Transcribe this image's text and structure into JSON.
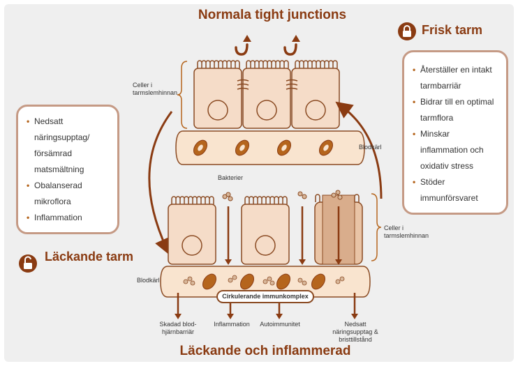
{
  "top_title": "Normala tight junctions",
  "bottom_title": "Läckande och inflammerad",
  "healthy": {
    "title": "Frisk tarm",
    "items": [
      "Återställer en intakt tarmbarriär",
      "Bidrar till en optimal tarmflora",
      "Minskar inflammation och oxidativ stress",
      "Stöder immunförsvaret"
    ]
  },
  "leaky": {
    "title": "Läckande tarm",
    "items": [
      "Nedsatt näringsupptag/ försämrad matsmältning",
      "Obalanserad mikroflora",
      "Inflammation"
    ]
  },
  "labels": {
    "cells_top": "Celler i tarmslemhinnan",
    "cells_bottom": "Celler i tarmslemhinnan",
    "vessel_top": "Blodkärl",
    "vessel_bottom": "Blodkärl",
    "bacteria": "Bakterier",
    "immune_complex": "Cirkulerande immunkomplex"
  },
  "outcomes": [
    "Skadad blod-hjärnbarriär",
    "Inflammation",
    "Autoimmunitet",
    "Nedsatt näringsupptag & bristtillstånd"
  ],
  "colors": {
    "background": "#efefef",
    "title": "#8a3b12",
    "cell_fill": "#f5dcc8",
    "cell_stroke": "#8a4a22",
    "arrow": "#8a3b12",
    "vessel_fill": "#f9e4cf",
    "box_border": "#c59a85"
  }
}
